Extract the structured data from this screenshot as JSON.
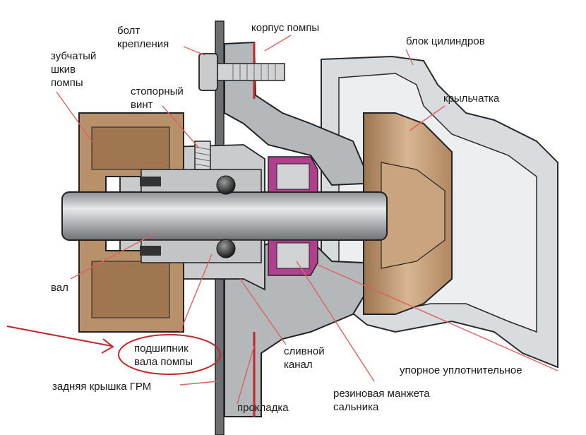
{
  "labels": {
    "bolt": "болт\nкрепления",
    "housing": "корпус помпы",
    "block": "блок цилиндров",
    "pulley": "зубчатый\nшкив\nпомпы",
    "set_screw": "стопорный\nвинт",
    "impeller": "крыльчатка",
    "shaft": "вал",
    "bearing": "подшипник\nвала помпы",
    "drain": "сливной\nканал",
    "seal": "упорное уплотнительное",
    "rear_cover": "задняя крышка ГРМ",
    "gasket": "прокладка",
    "cuff": "резиновая манжета\nсальника"
  },
  "colors": {
    "leader": "#e06060",
    "arrow": "#c0282c",
    "pulley": "#b8906a",
    "housing": "#b5b8bb",
    "block": "#d9dcde",
    "shaft": "#c4c6c8",
    "seal": "#b0408e"
  }
}
